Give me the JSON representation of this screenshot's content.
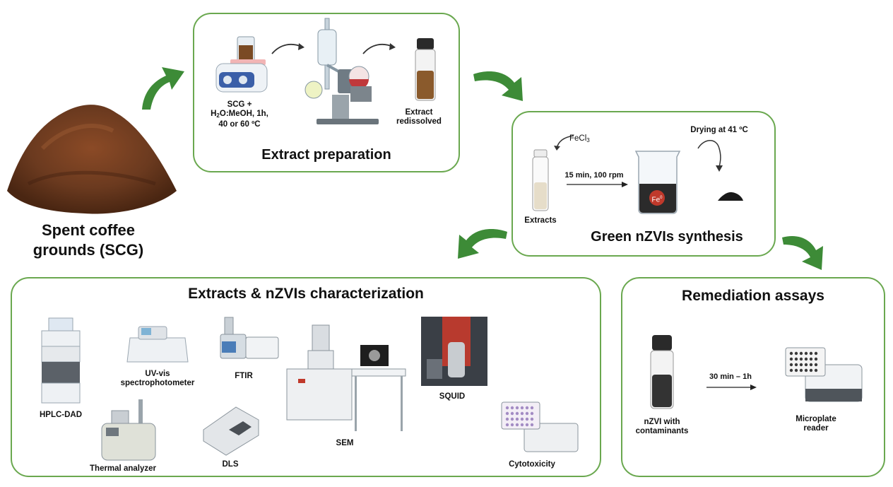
{
  "source": {
    "title_line1": "Spent coffee",
    "title_line2": "grounds (SCG)"
  },
  "extract_preparation": {
    "title": "Extract preparation",
    "step1_line1": "SCG +",
    "step1_line2_a": "H",
    "step1_line2_sub": "2",
    "step1_line2_b": "O:MeOH, 1h,",
    "step1_line3": "40 or 60 ºC",
    "step3_line1": "Extract",
    "step3_line2": "redissolved"
  },
  "synthesis": {
    "title": "Green nZVIs synthesis",
    "reagent": "FeCl",
    "reagent_sub": "3",
    "condition": "15 min, 100 rpm",
    "drying": "Drying at 41 ºC",
    "extracts_label": "Extracts",
    "fe_label": "Fe",
    "fe_sup": "0"
  },
  "characterization": {
    "title": "Extracts & nZVIs characterization",
    "instruments": {
      "hplc": "HPLC-DAD",
      "uvvis_line1": "UV-vis",
      "uvvis_line2": "spectrophotometer",
      "ftir": "FTIR",
      "sem": "SEM",
      "squid": "SQUID",
      "thermal": "Thermal analyzer",
      "dls": "DLS",
      "cytotoxicity": "Cytotoxicity"
    }
  },
  "remediation": {
    "title": "Remediation assays",
    "vial_line1": "nZVI with",
    "vial_line2": "contaminants",
    "time": "30 min – 1h",
    "reader_line1": "Microplate",
    "reader_line2": "reader"
  },
  "colors": {
    "panel_border": "#6aa84f",
    "arrow_green": "#3d8b37",
    "coffee": "#6b3a1f"
  }
}
